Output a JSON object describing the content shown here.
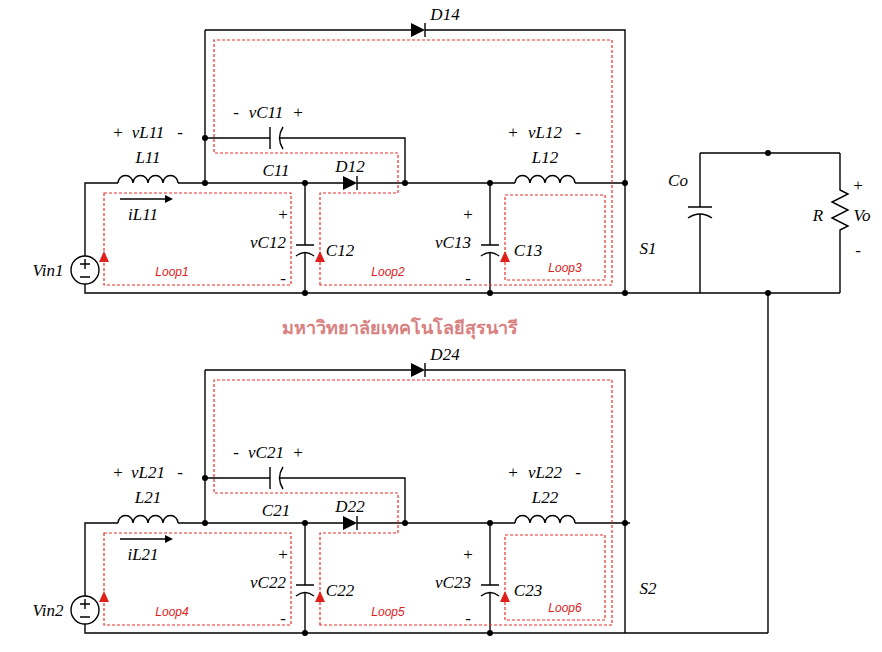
{
  "diagram": {
    "labels": [
      "D14",
      "-",
      "vC11",
      "+",
      "+",
      "vL11",
      "-",
      "L11",
      "C11",
      "D12",
      "+",
      "vL12",
      "-",
      "L12",
      "iL11",
      "+",
      "vC12",
      "-",
      "C12",
      "+",
      "vC13",
      "-",
      "C13",
      "Vin1",
      "Loop1",
      "Loop2",
      "Loop3",
      "S1",
      "Co",
      "R",
      "+",
      "Vo",
      "-",
      "D24",
      "-",
      "vC21",
      "+",
      "+",
      "vL21",
      "-",
      "L21",
      "C21",
      "D22",
      "+",
      "vL22",
      "-",
      "L22",
      "iL21",
      "+",
      "vC22",
      "-",
      "C22",
      "+",
      "vC23",
      "-",
      "C23",
      "Vin2",
      "Loop4",
      "Loop5",
      "Loop6",
      "S2",
      "มหาวิทยาลัยเทคโนโลยีสุรนารี"
    ]
  }
}
